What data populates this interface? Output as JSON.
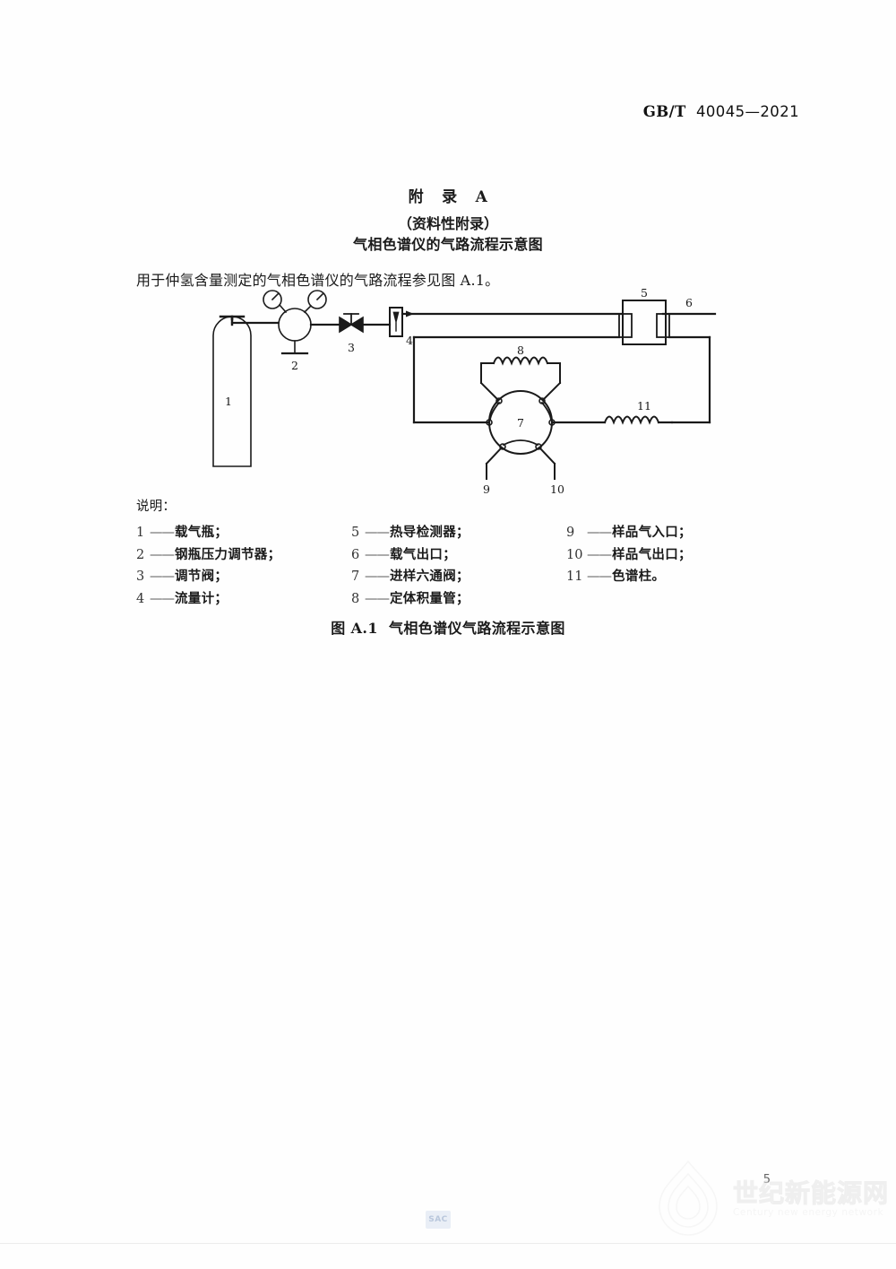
{
  "header": {
    "standard_prefix": "GB/T",
    "standard_number": "40045—2021"
  },
  "annex": {
    "title_label": "附",
    "title_label2": "录",
    "title_letter": "A",
    "subtitle": "（资料性附录）",
    "name": "气相色谱仪的气路流程示意图"
  },
  "body": {
    "paragraph": "用于仲氢含量测定的气相色谱仪的气路流程参见图 A.1。"
  },
  "figure": {
    "labels": {
      "cylinder": "1",
      "regulator": "2",
      "needle_valve": "3",
      "flow_meter": "4",
      "detector": "5",
      "carrier_outlet": "6",
      "six_port_valve": "7",
      "sample_loop": "8",
      "sample_inlet": "9",
      "sample_outlet": "10",
      "column": "11"
    },
    "line_color": "#1a1a1a"
  },
  "legend": {
    "heading": "说明：",
    "columns": [
      [
        {
          "num": "1",
          "dash": "——",
          "text": "载气瓶；"
        },
        {
          "num": "2",
          "dash": "——",
          "text": "钢瓶压力调节器；"
        },
        {
          "num": "3",
          "dash": "——",
          "text": "调节阀；"
        },
        {
          "num": "4",
          "dash": "——",
          "text": "流量计；"
        }
      ],
      [
        {
          "num": "5",
          "dash": "——",
          "text": "热导检测器；"
        },
        {
          "num": "6",
          "dash": "——",
          "text": "载气出口；"
        },
        {
          "num": "7",
          "dash": "——",
          "text": "进样六通阀；"
        },
        {
          "num": "8",
          "dash": "——",
          "text": "定体积量管；"
        }
      ],
      [
        {
          "num": "9",
          "dash": "——",
          "text": "样品气入口；"
        },
        {
          "num": "10",
          "dash": "——",
          "text": "样品气出口；"
        },
        {
          "num": "11",
          "dash": "——",
          "text": "色谱柱。"
        }
      ]
    ]
  },
  "caption": {
    "figure_label": "图 A.1",
    "figure_title": "气相色谱仪气路流程示意图"
  },
  "footer": {
    "page_number": "5",
    "sac_logo_text": "SAC",
    "watermark_cn": "世纪新能源网",
    "watermark_en": "Century new energy network"
  }
}
